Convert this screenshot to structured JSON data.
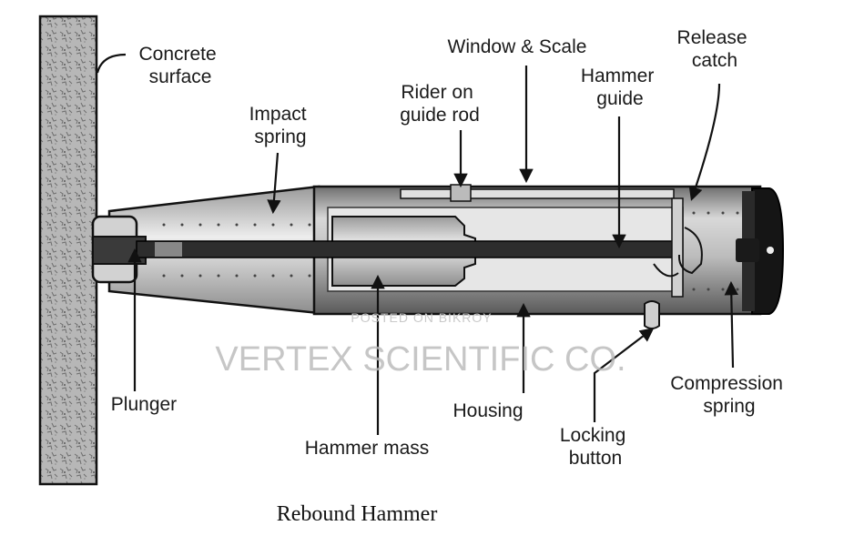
{
  "labels": {
    "concrete_surface": [
      "Concrete",
      "surface"
    ],
    "impact_spring": [
      "Impact",
      "spring"
    ],
    "rider_on_guide_rod": [
      "Rider on",
      "guide rod"
    ],
    "window_scale": [
      "Window & Scale"
    ],
    "hammer_guide": [
      "Hammer",
      "guide"
    ],
    "release_catch": [
      "Release",
      "catch"
    ],
    "plunger": [
      "Plunger"
    ],
    "hammer_mass": [
      "Hammer mass"
    ],
    "housing": [
      "Housing"
    ],
    "locking_button": [
      "Locking",
      "button"
    ],
    "compression_spring": [
      "Compression",
      "spring"
    ]
  },
  "caption": "Rebound Hammer",
  "watermark": {
    "small": "POSTED ON BIKROY",
    "large": "VERTEX SCIENTIFIC CO."
  }
}
